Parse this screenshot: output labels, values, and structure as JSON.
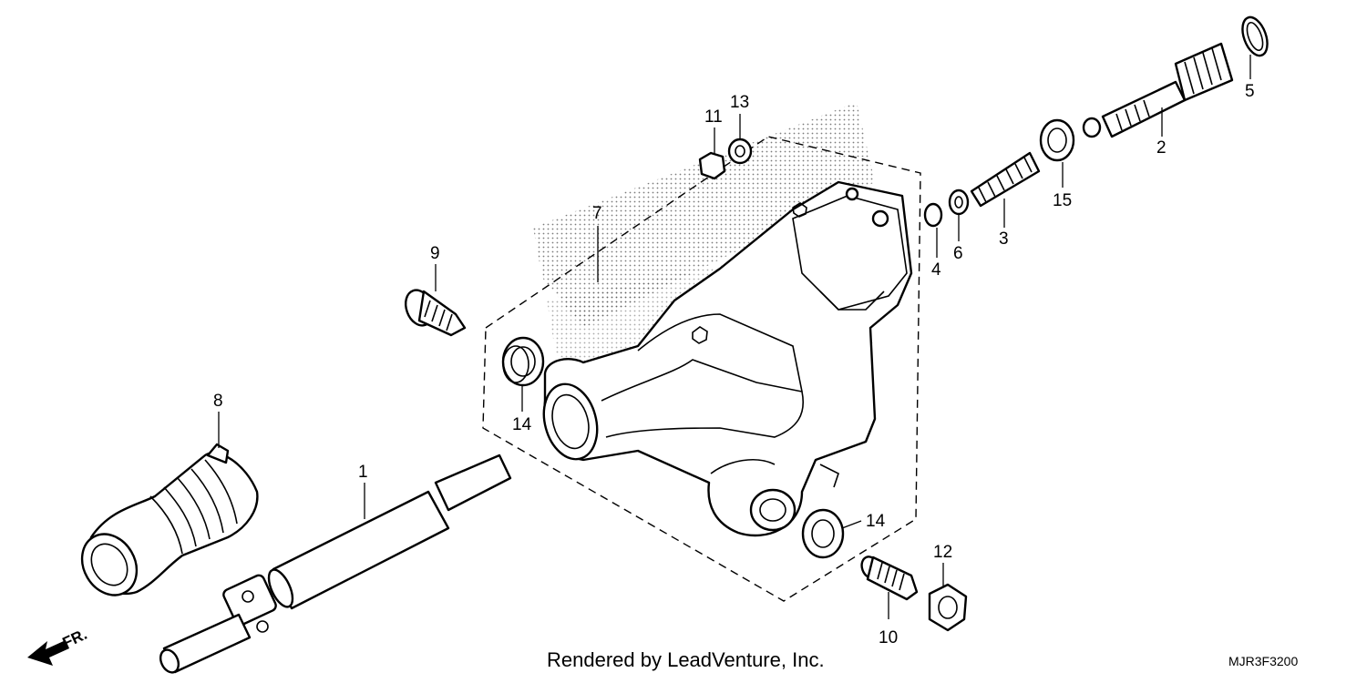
{
  "callouts": {
    "c1": "1",
    "c2": "2",
    "c3": "3",
    "c4": "4",
    "c5": "5",
    "c6": "6",
    "c7": "7",
    "c8": "8",
    "c9": "9",
    "c10": "10",
    "c11": "11",
    "c12": "12",
    "c13": "13",
    "c14a": "14",
    "c14b": "14",
    "c15": "15"
  },
  "front_marker": "FR.",
  "credit": "Rendered by LeadVenture, Inc.",
  "diagram_code": "MJR3F3200"
}
